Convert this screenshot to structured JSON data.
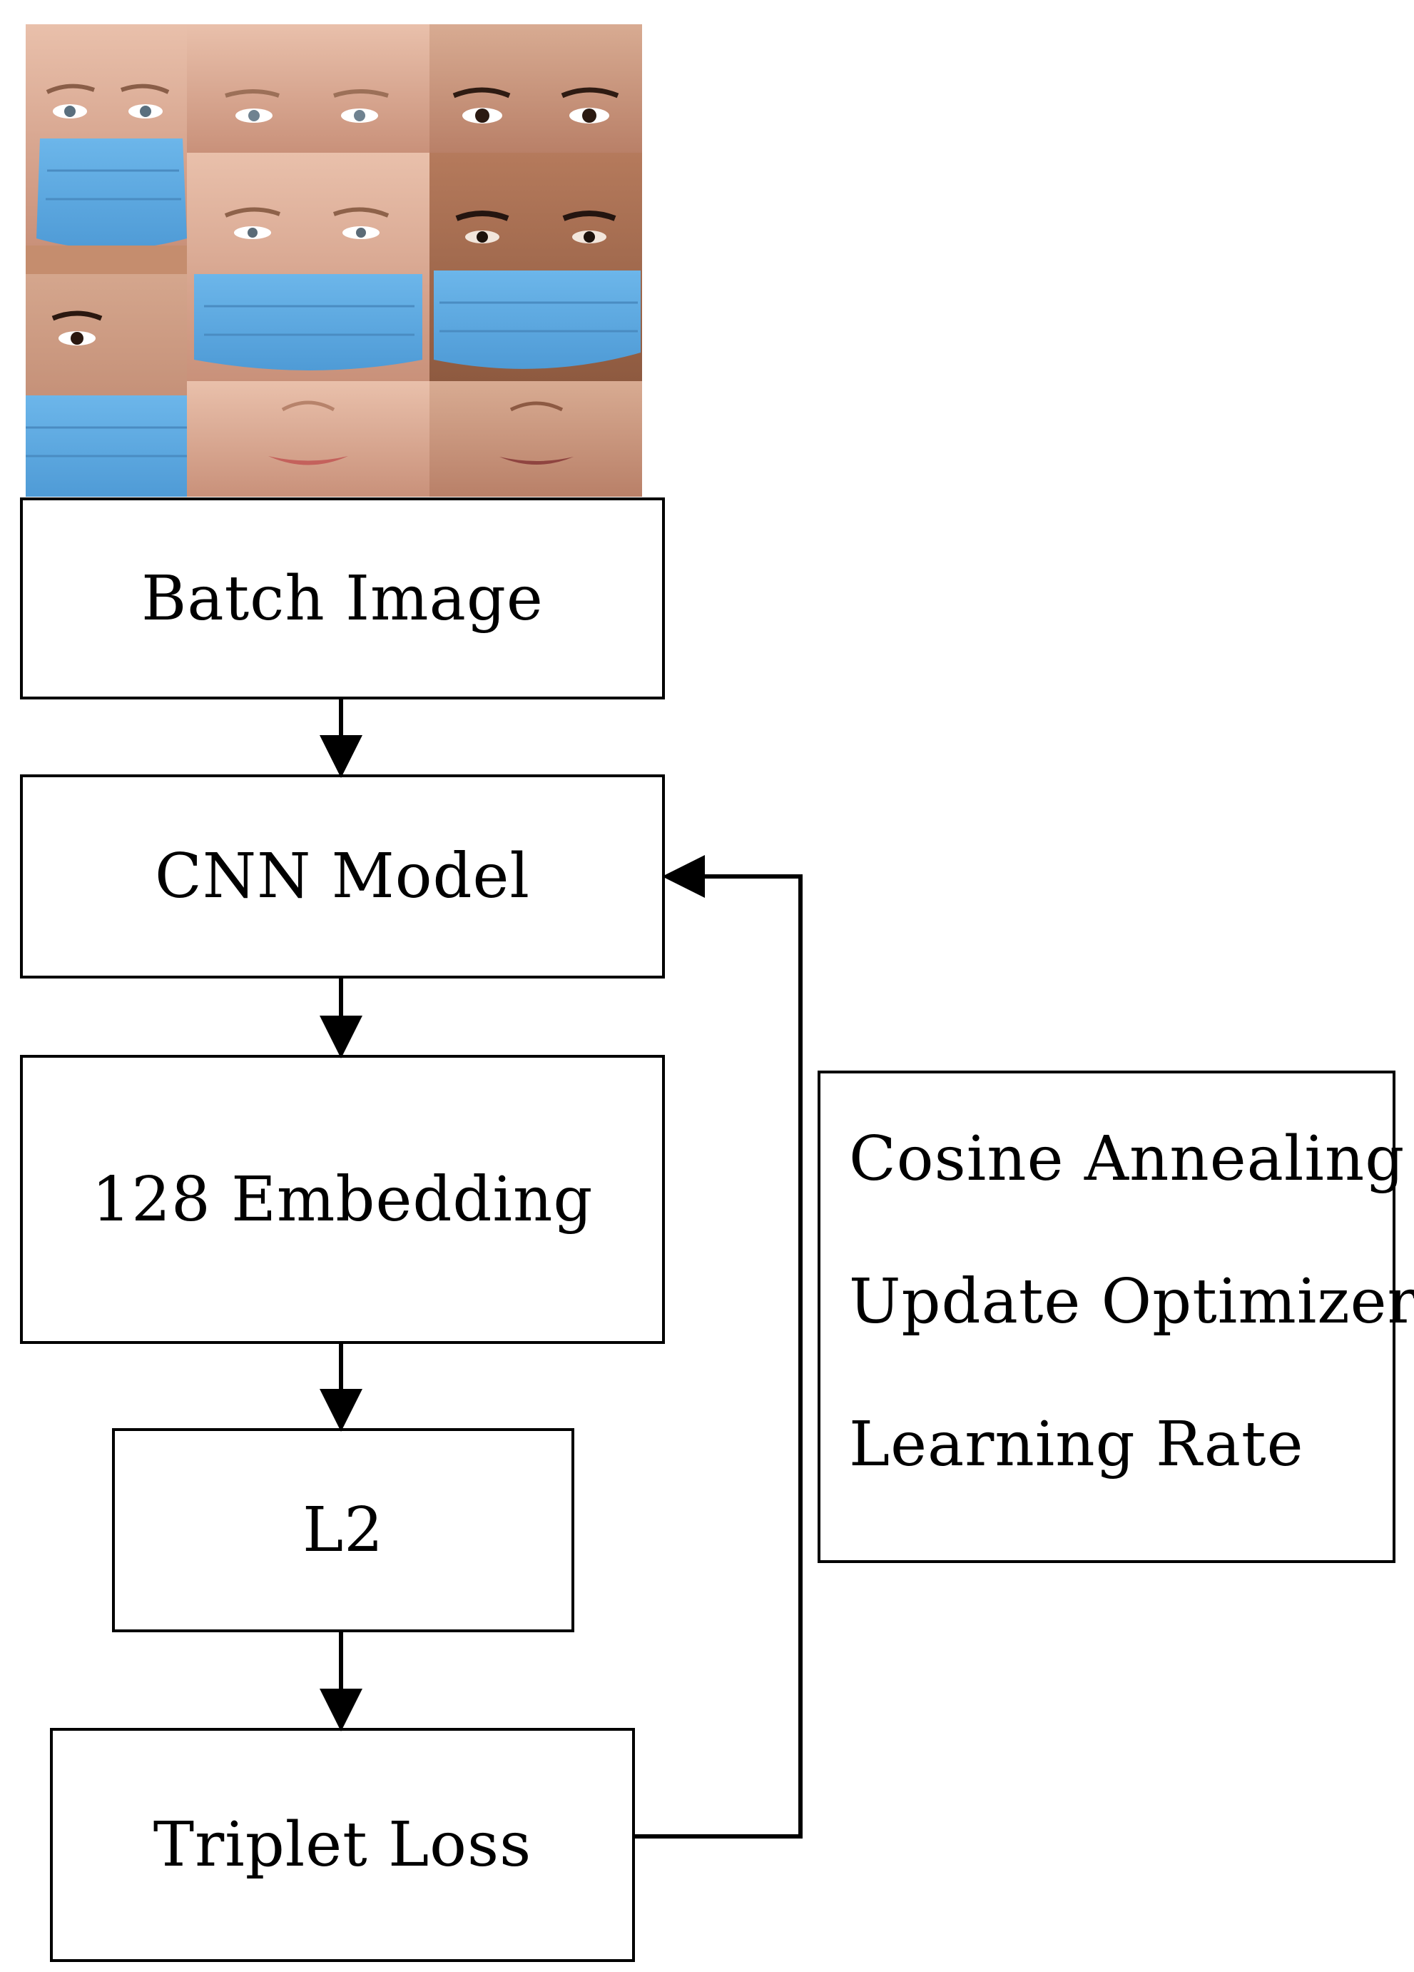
{
  "figure": {
    "nodes": {
      "batch_image": "Batch Image",
      "cnn_model": "CNN Model",
      "embedding": "128 Embedding",
      "l2": "L2",
      "triplet_loss": "Triplet Loss"
    },
    "learning_rate_box": {
      "line1": "Cosine Annealing",
      "line2": "Update Optimizer",
      "line3": "Learning Rate"
    },
    "face_grid": {
      "description_icon": "masked-face-photo-mosaic",
      "colors": {
        "mask": "#5aa9e0",
        "mask_shade": "#4a93cc",
        "skin_light": "#e8b9a4",
        "skin_mid": "#d69c84",
        "skin_dark": "#a86a4c"
      }
    }
  }
}
